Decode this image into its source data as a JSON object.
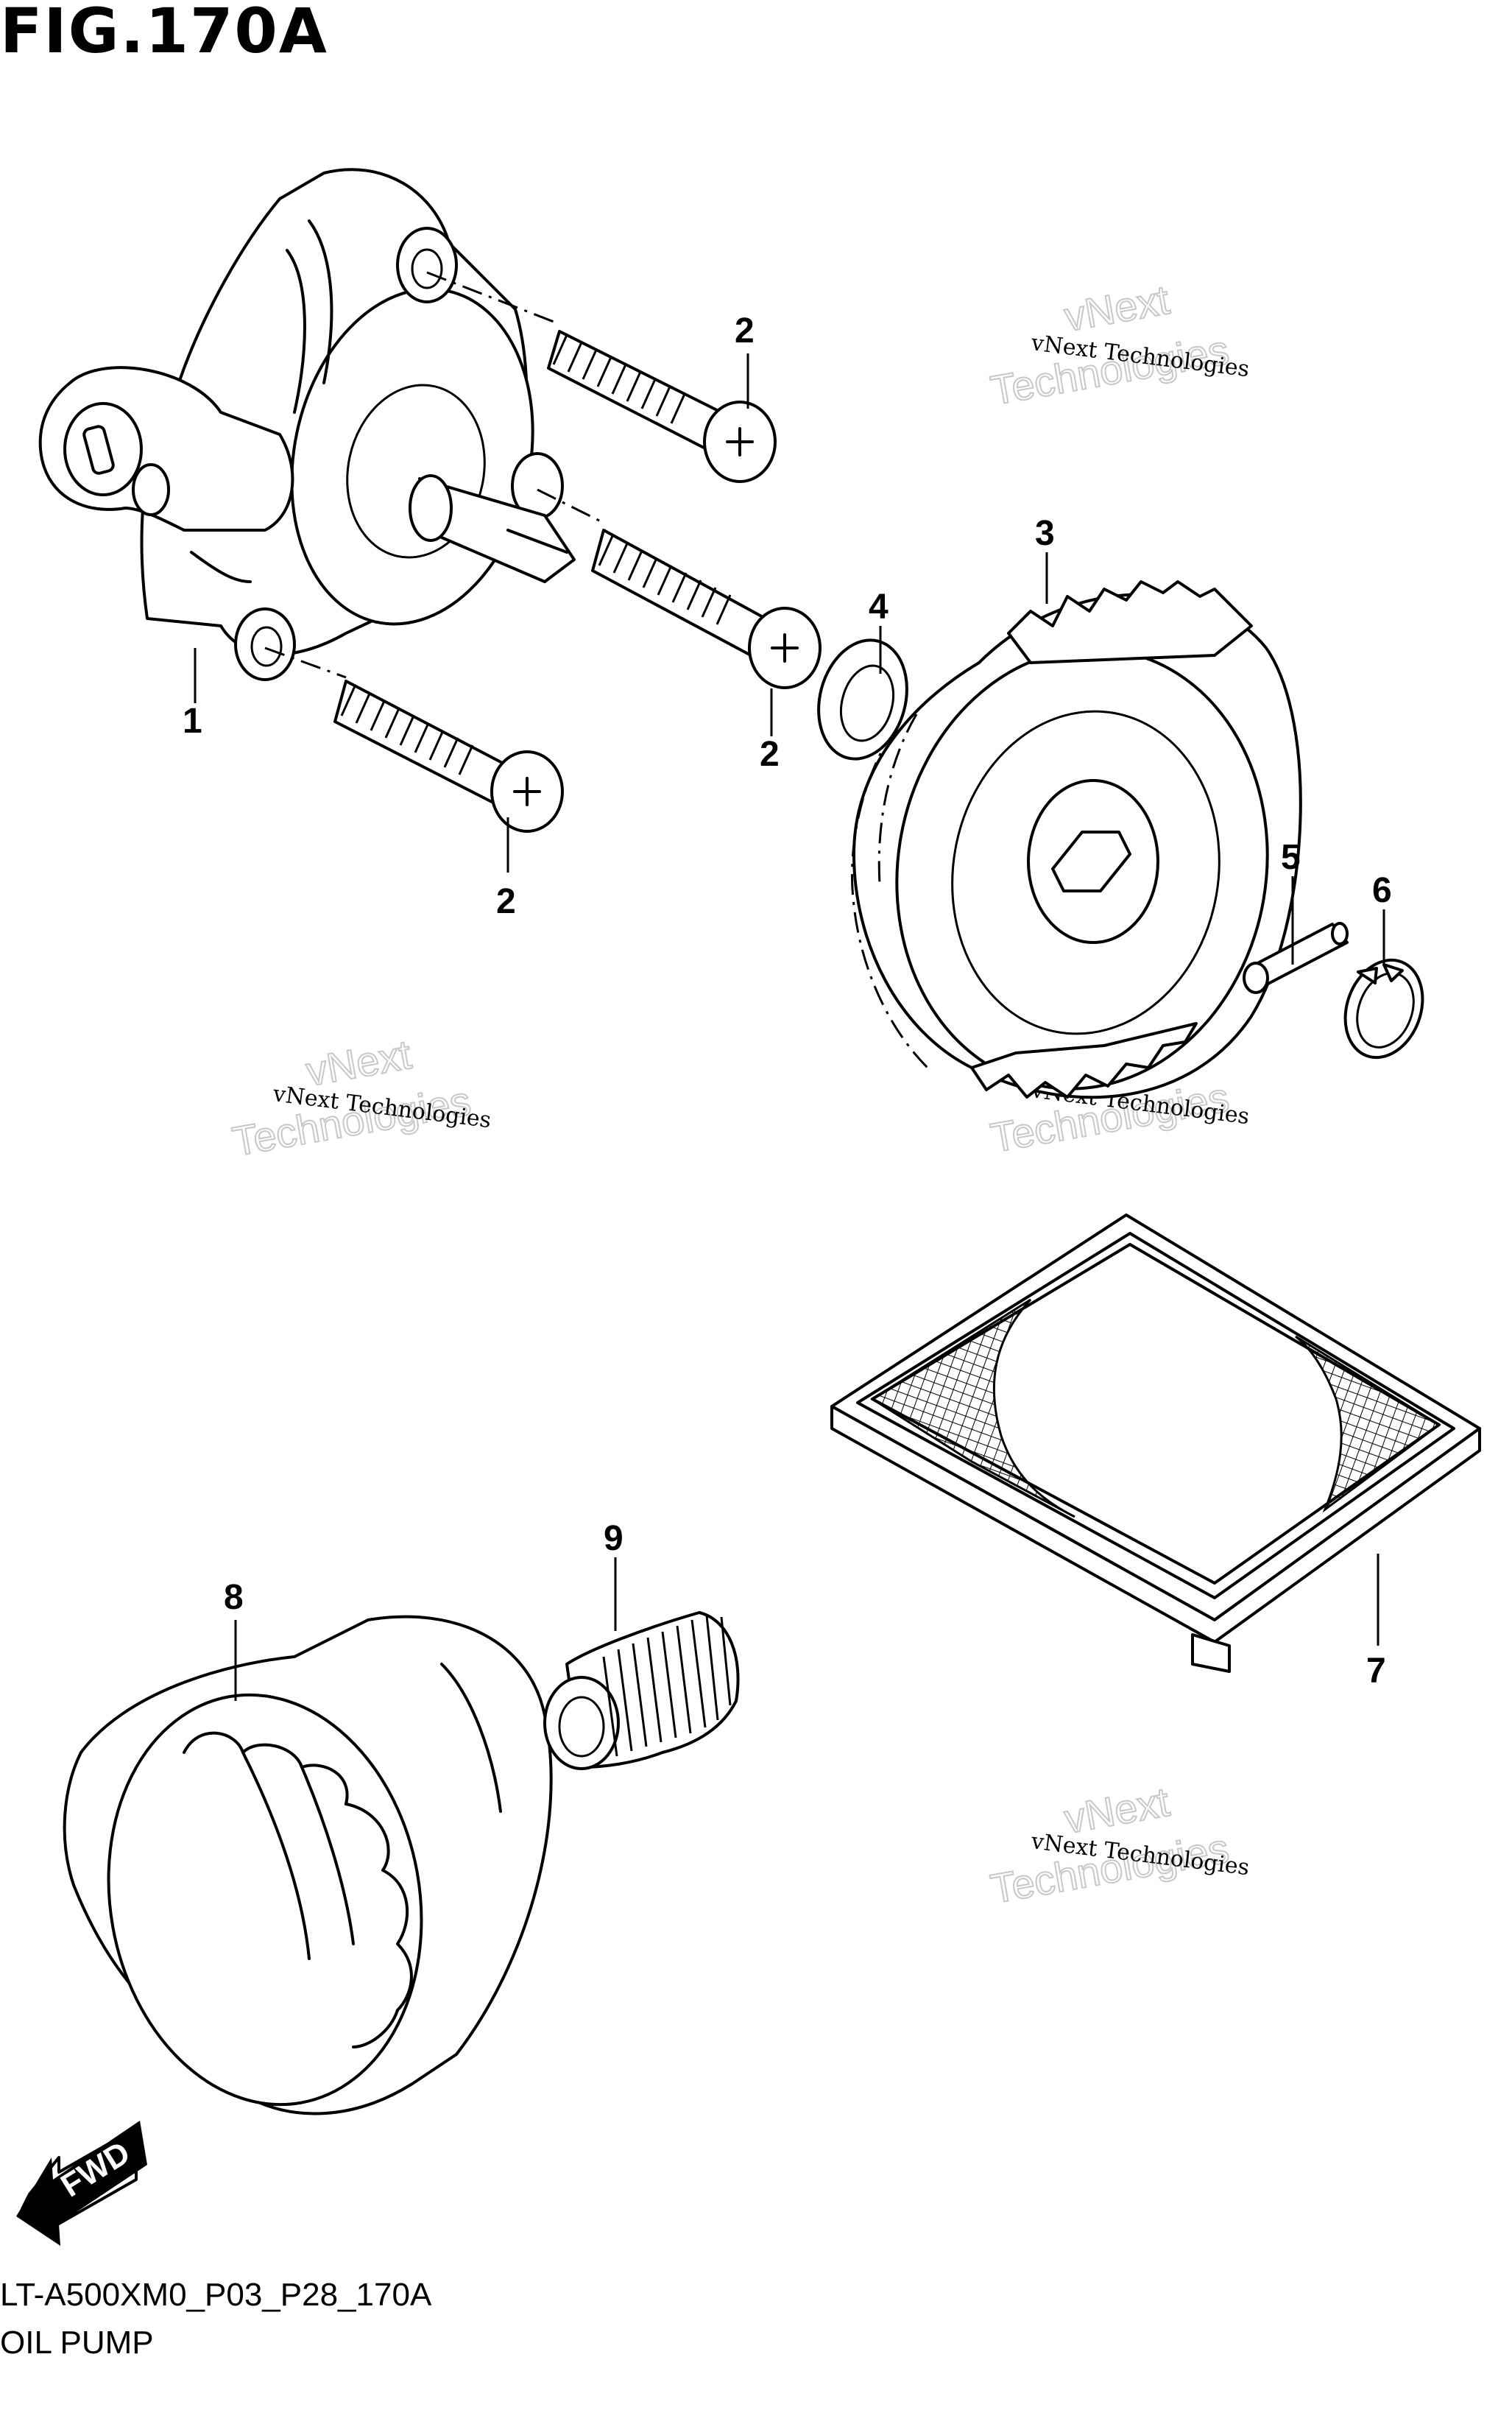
{
  "header": {
    "figure_title": "FIG.170A"
  },
  "footer": {
    "reference_number": "LT-A500XM0_P03_P28_170A",
    "caption": "OIL PUMP"
  },
  "callouts": [
    {
      "id": "callout-1",
      "label": "1"
    },
    {
      "id": "callout-2a",
      "label": "2"
    },
    {
      "id": "callout-2b",
      "label": "2"
    },
    {
      "id": "callout-2c",
      "label": "2"
    },
    {
      "id": "callout-3",
      "label": "3"
    },
    {
      "id": "callout-4",
      "label": "4"
    },
    {
      "id": "callout-5",
      "label": "5"
    },
    {
      "id": "callout-6",
      "label": "6"
    },
    {
      "id": "callout-7",
      "label": "7"
    },
    {
      "id": "callout-8",
      "label": "8"
    },
    {
      "id": "callout-9",
      "label": "9"
    }
  ],
  "direction_arrow": {
    "label": "FWD"
  },
  "watermark": {
    "line1": "vNext Technologies",
    "line2": "Technologies",
    "line3": "vNext"
  }
}
